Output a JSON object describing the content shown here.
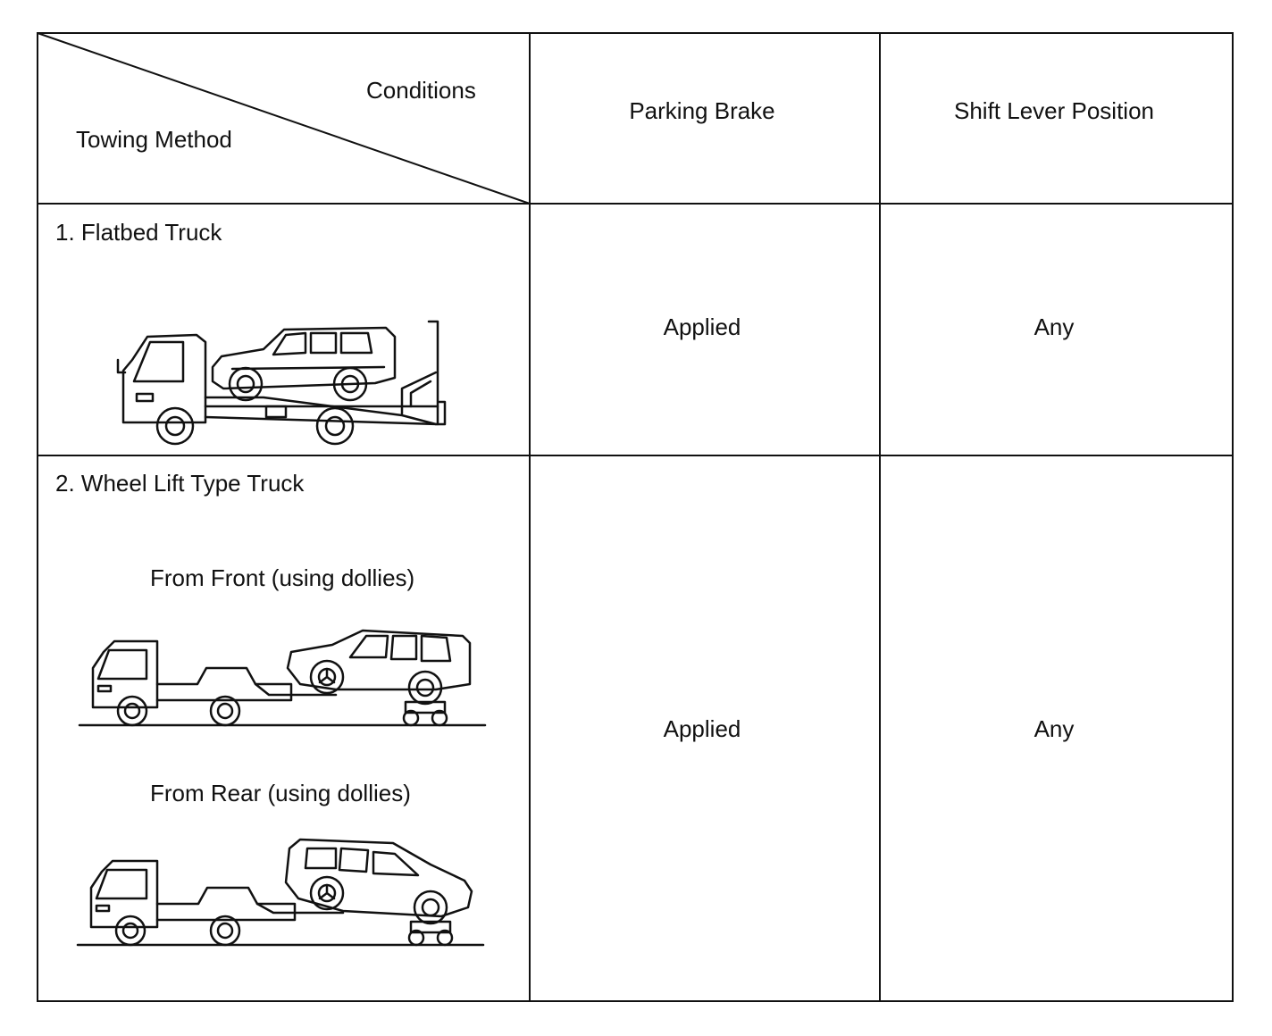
{
  "header": {
    "conditions": "Conditions",
    "towing_method": "Towing Method",
    "parking_brake": "Parking Brake",
    "shift_lever": "Shift Lever Position"
  },
  "rows": [
    {
      "method": "1. Flatbed Truck",
      "parking_brake": "Applied",
      "shift_lever": "Any",
      "illustrations": [
        {
          "icon": "flatbed-truck-carrying-suv-icon"
        }
      ]
    },
    {
      "method": "2. Wheel Lift Type Truck",
      "parking_brake": "Applied",
      "shift_lever": "Any",
      "illustrations": [
        {
          "caption": "From Front (using dollies)",
          "icon": "wheel-lift-truck-towing-from-front-icon"
        },
        {
          "caption": "From Rear (using dollies)",
          "icon": "wheel-lift-truck-towing-from-rear-icon"
        }
      ]
    }
  ]
}
